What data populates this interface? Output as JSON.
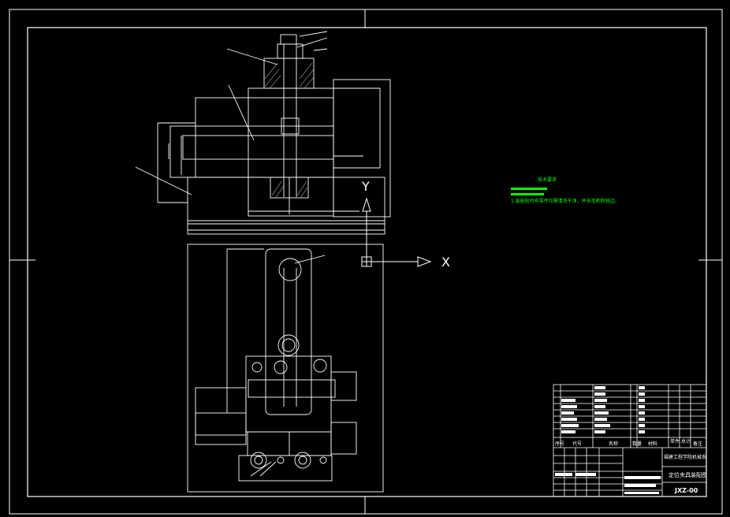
{
  "colors": {
    "background": "#000000",
    "line": "#ffffff",
    "note": "#00ff00"
  },
  "ucs": {
    "x_label": "X",
    "y_label": "Y"
  },
  "tech_requirements": {
    "title": "技术要求",
    "line3": "1.装配前所有零件均需清洗干净，并去毛刺和锐边。"
  },
  "title_block": {
    "header": [
      "序号",
      "代号",
      "名称",
      "数量",
      "材料",
      "单件",
      "总计",
      "备注"
    ],
    "school": "福建工程学院机械系",
    "drawing_name": "定位夹具装配图",
    "drawing_code": "JXZ-00"
  }
}
